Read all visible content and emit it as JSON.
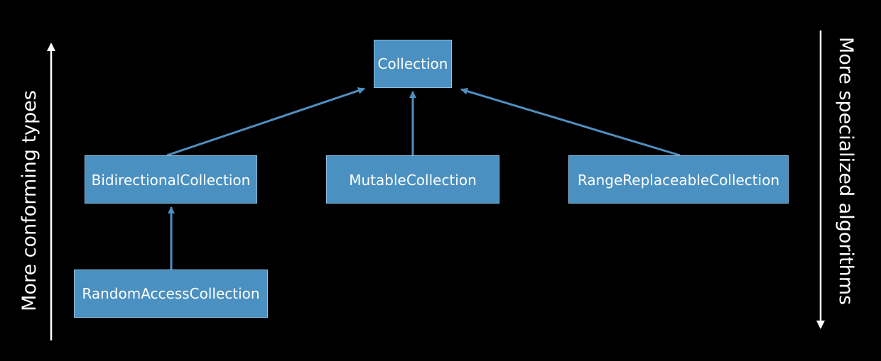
{
  "colors": {
    "background": "#000000",
    "node_fill": "#4a90c0",
    "node_border": "#8cc0e4",
    "edge": "#4f8fc0",
    "axis": "#ffffff",
    "text": "#ffffff"
  },
  "nodes": {
    "collection": "Collection",
    "bidirectional": "BidirectionalCollection",
    "mutable": "MutableCollection",
    "range_replaceable": "RangeReplaceableCollection",
    "random_access": "RandomAccessCollection"
  },
  "left_axis_label": "More conforming types",
  "right_axis_label": "More specialized algorithms"
}
